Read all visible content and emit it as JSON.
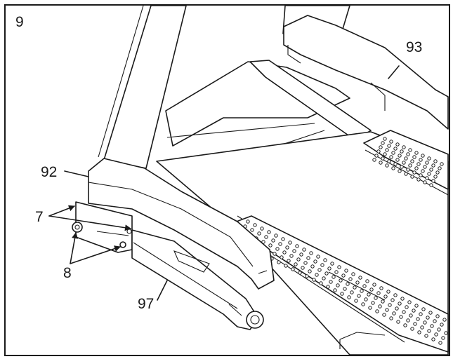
{
  "step_number": "9",
  "callouts": {
    "frame_cover": "92",
    "upright_cover": "93",
    "screws": "7",
    "bolts": "8",
    "leg_base": "97"
  }
}
